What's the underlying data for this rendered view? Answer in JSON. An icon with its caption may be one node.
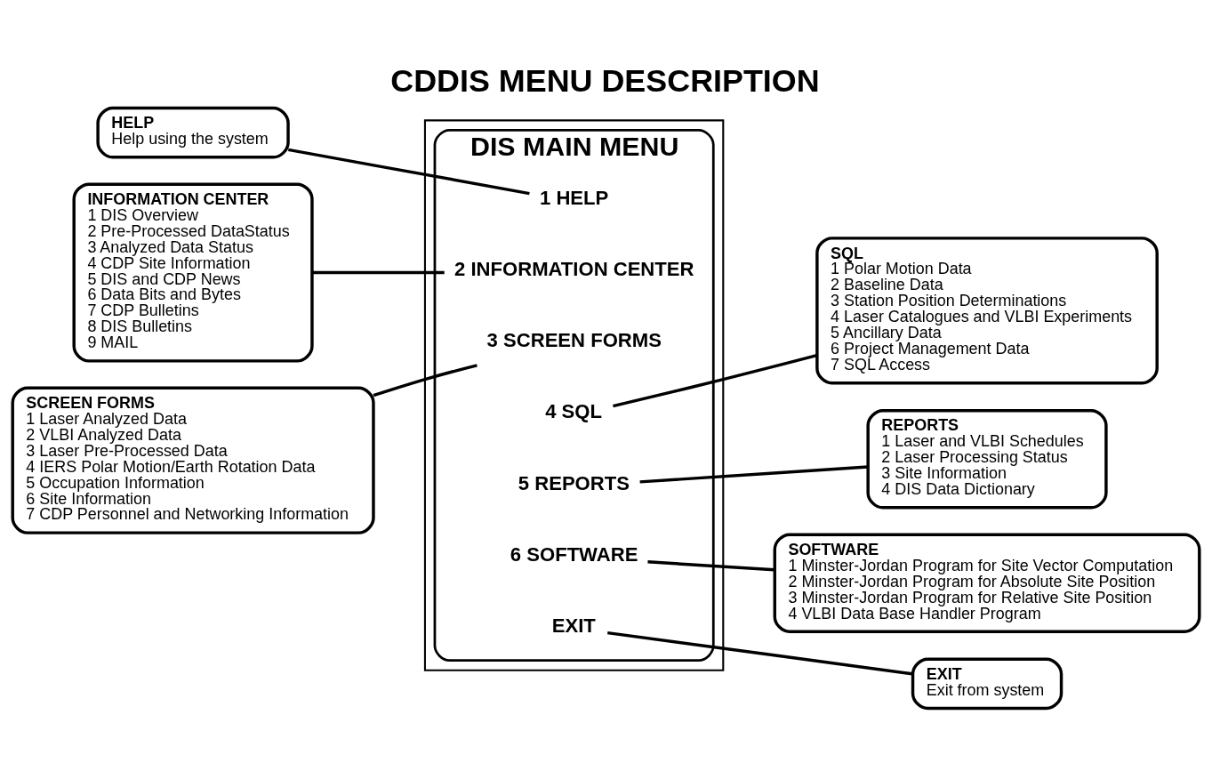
{
  "diagram": {
    "title": "CDDIS MENU DESCRIPTION",
    "nodes": [
      {
        "text": [],
        "shape": "box"
      },
      {
        "text": [
          "DIS MAIN MENU"
        ],
        "in": 0
      },
      {
        "text": [
          "1 HELP"
        ],
        "in": 1
      },
      {
        "text": [
          "2 INFORMATION CENTER"
        ],
        "in": 1
      },
      {
        "text": [
          "3 SCREEN FORMS"
        ],
        "in": 1
      },
      {
        "text": [
          "4 SQL"
        ],
        "in": 1
      },
      {
        "text": [
          "5 REPORTS"
        ],
        "in": 1
      },
      {
        "text": [
          "6 SOFTWARE"
        ],
        "in": 1
      },
      {
        "text": [
          "EXIT"
        ],
        "in": 1
      },
      {
        "text": [
          "HELP",
          "Help using the system"
        ]
      },
      {
        "text": [
          "INFORMATION CENTER",
          "1 DIS Overview",
          "2 Pre-Processed DataStatus",
          "3 Analyzed Data Status",
          "4 CDP Site Information",
          "5 DIS and CDP News",
          "6 Data Bits and Bytes",
          "7 CDP Bulletins",
          "8 DIS Bulletins",
          "9 MAIL"
        ]
      },
      {
        "text": [
          "SCREEN FORMS",
          "1 Laser Analyzed Data",
          "2 VLBI Analyzed Data",
          "3 Laser Pre-Processed Data",
          "4 IERS Polar Motion/Earth Rotation Data",
          "5 Occupation Information",
          "6 Site Information",
          "7 CDP Personnel and Networking Information"
        ]
      },
      {
        "text": [
          "SQL",
          "1 Polar Motion Data",
          "2 Baseline Data",
          "3 Station Position Determinations",
          "4 Laser Catalogues and VLBI Experiments",
          "5 Ancillary Data",
          "6 Project Management Data",
          "7 SQL Access"
        ]
      },
      {
        "text": [
          "REPORTS",
          "1 Laser and VLBI Schedules",
          "2 Laser Processing Status",
          "3 Site Information",
          "4 DIS Data Dictionary"
        ]
      },
      {
        "text": [
          "SOFTWARE",
          "1 Minster-Jordan Program for Site Vector Computation",
          "2 Minster-Jordan Program for Absolute Site Position",
          "3 Minster-Jordan Program for Relative Site Position",
          "4 VLBI Data Base Handler Program"
        ]
      },
      {
        "text": [
          "EXIT",
          "Exit from system"
        ]
      }
    ],
    "edges": [
      {
        "from": 9,
        "to": 2,
        "arrow": "none"
      },
      {
        "from": 10,
        "to": 3,
        "arrow": "none"
      },
      {
        "from": 11,
        "to": 4,
        "arrow": "none"
      },
      {
        "from": 5,
        "to": 12,
        "arrow": "none"
      },
      {
        "from": 6,
        "to": 13,
        "arrow": "none"
      },
      {
        "from": 7,
        "to": 14,
        "arrow": "none"
      },
      {
        "from": 8,
        "to": 15,
        "arrow": "none"
      }
    ]
  }
}
